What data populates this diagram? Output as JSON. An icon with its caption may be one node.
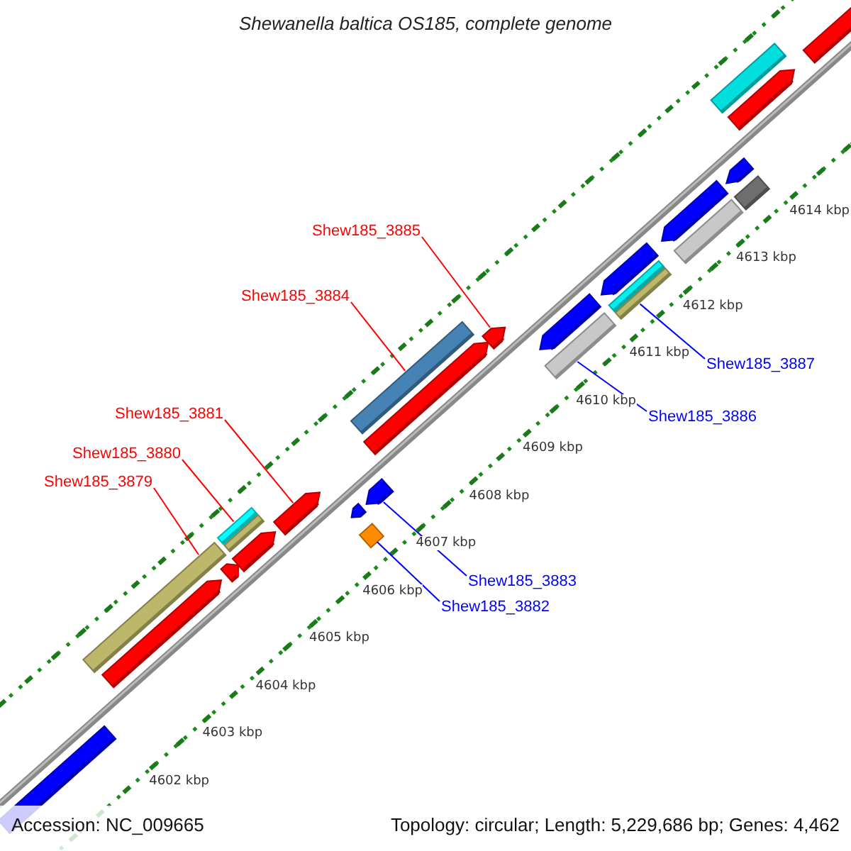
{
  "diagram": {
    "title": "Shewanella baltica OS185, complete genome",
    "nodes": [
      {
        "text": [
          "Shew185_3885"
        ]
      },
      {
        "text": [
          "Shew185_3884"
        ]
      },
      {
        "text": [
          "Shew185_3887"
        ]
      },
      {
        "text": [
          "Shew185_3881"
        ]
      },
      {
        "text": [
          "Shew185_3886"
        ]
      },
      {
        "text": [
          "Shew185_3880"
        ]
      },
      {
        "text": [
          "Shew185_3879"
        ]
      },
      {
        "text": [
          "Shew185_3883"
        ]
      },
      {
        "text": [
          "Shew185_3882"
        ]
      },
      {
        "text": [],
        "shape": "bar"
      },
      {
        "text": [],
        "shape": "bar"
      },
      {
        "text": [],
        "shape": "pentagon"
      },
      {
        "text": [],
        "shape": "pentagon"
      },
      {
        "text": [],
        "shape": "pentagon"
      },
      {
        "text": [],
        "shape": "bar"
      },
      {
        "text": [],
        "shape": "bar"
      },
      {
        "text": [],
        "shape": "pentagon"
      },
      {
        "text": [],
        "shape": "diamond"
      },
      {
        "text": [],
        "shape": "pentagon"
      },
      {
        "text": [],
        "shape": "pentagon"
      },
      {
        "text": [],
        "shape": "bar"
      },
      {
        "text": [],
        "shape": "pentagon"
      },
      {
        "text": [],
        "shape": "pentagon"
      },
      {
        "text": [],
        "shape": "bar"
      },
      {
        "text": [],
        "shape": "pentagon"
      },
      {
        "text": [],
        "shape": "bar"
      },
      {
        "text": [],
        "shape": "bar"
      },
      {
        "text": [],
        "shape": "pentagon"
      },
      {
        "text": [],
        "shape": "pentagon"
      },
      {
        "text": [],
        "shape": "bar"
      },
      {
        "text": [],
        "shape": "bar"
      },
      {
        "text": [],
        "shape": "pentagon"
      },
      {
        "text": [],
        "shape": "bar"
      },
      {
        "text": [],
        "shape": "pentagon"
      },
      {
        "text": [],
        "shape": "pentagon"
      }
    ],
    "edges": [
      {
        "from": 0,
        "to": 22,
        "arrow": "none"
      },
      {
        "from": 1,
        "to": 20,
        "arrow": "none"
      },
      {
        "from": 2,
        "to": 26,
        "arrow": "none",
        "color": "#0000ff"
      },
      {
        "from": 3,
        "to": 16,
        "arrow": "none"
      },
      {
        "from": 4,
        "to": 23,
        "arrow": "none",
        "color": "#0000ff"
      },
      {
        "from": 5,
        "to": 14,
        "arrow": "none"
      },
      {
        "from": 6,
        "to": 10,
        "arrow": "none"
      },
      {
        "from": 7,
        "to": 19,
        "arrow": "none",
        "color": "#0000ff"
      },
      {
        "from": 8,
        "to": 17,
        "arrow": "none",
        "color": "#0000ff"
      }
    ],
    "labels": [
      "4614 kbp",
      "4613 kbp",
      "4612 kbp",
      "4611 kbp",
      "4610 kbp",
      "4609 kbp",
      "4608 kbp",
      "4607 kbp",
      "4606 kbp",
      "4605 kbp",
      "4604 kbp",
      "4603 kbp",
      "4602 kbp",
      "Accession: NC_009665",
      "Topology: circular; Length: 5,229,686 bp; Genes: 4,462"
    ]
  }
}
